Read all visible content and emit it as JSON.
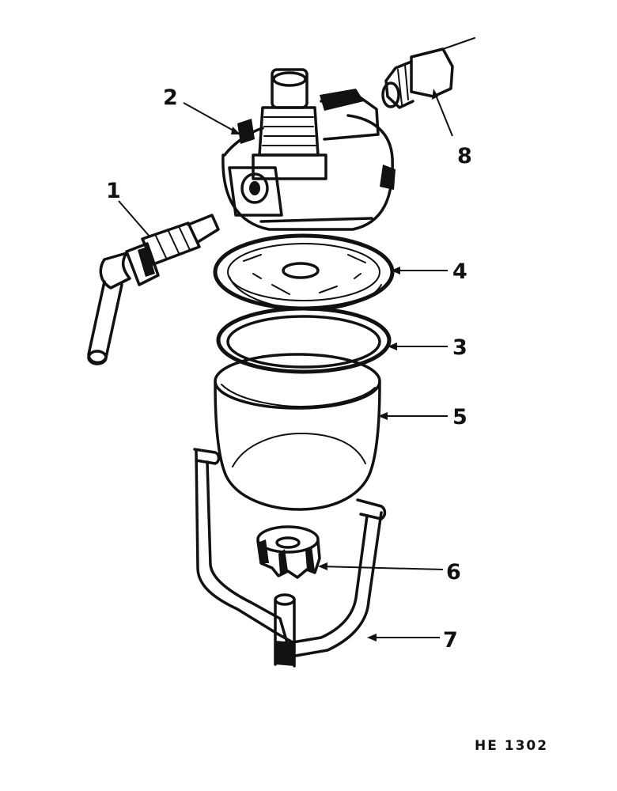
{
  "diagram": {
    "figure_reference": "HE 1302",
    "callouts": [
      "1",
      "2",
      "3",
      "4",
      "5",
      "6",
      "7",
      "8"
    ]
  }
}
